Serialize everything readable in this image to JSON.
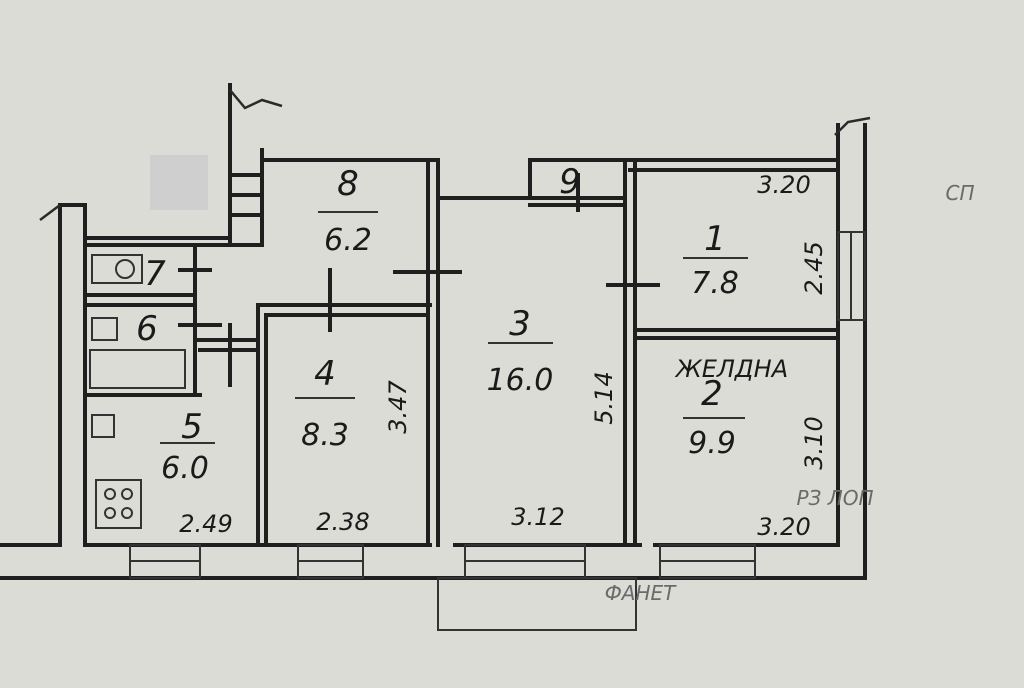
{
  "rooms": [
    {
      "id": "1",
      "area": "7.8"
    },
    {
      "id": "2",
      "area": "9.9"
    },
    {
      "id": "3",
      "area": "16.0"
    },
    {
      "id": "4",
      "area": "8.3"
    },
    {
      "id": "5",
      "area": "6.0"
    },
    {
      "id": "6",
      "area": ""
    },
    {
      "id": "7",
      "area": ""
    },
    {
      "id": "8",
      "area": "6.2"
    },
    {
      "id": "9",
      "area": ""
    }
  ],
  "dimensions": {
    "room1_width": "3.20",
    "room1_depth": "2.45",
    "room2_width": "3.20",
    "room2_depth": "3.10",
    "room3_width": "3.12",
    "room3_depth": "5.14",
    "room4_width": "2.38",
    "room4_depth": "3.47",
    "room5_width": "2.49"
  },
  "annotations": {
    "room2_label": "ЖЕЛДНА",
    "faint_text_1": "РЗ ЛОП",
    "faint_text_2": "СП",
    "faint_text_3": "ФАНЕТ"
  },
  "colors": {
    "paper": "#dcdcd6",
    "ink": "#1f1f1f"
  }
}
